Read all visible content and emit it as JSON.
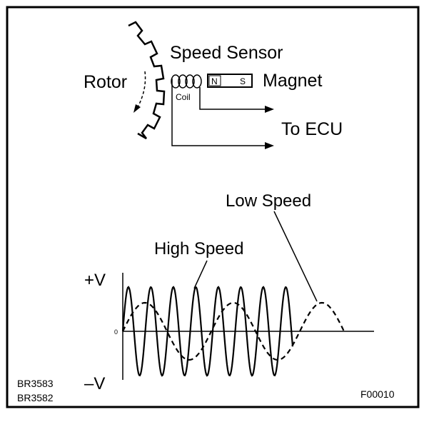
{
  "diagram": {
    "labels": {
      "rotor": "Rotor",
      "speed_sensor": "Speed Sensor",
      "magnet": "Magnet",
      "magnet_n": "N",
      "magnet_s": "S",
      "coil": "Coil",
      "to_ecu": "To ECU",
      "low_speed": "Low Speed",
      "high_speed": "High Speed",
      "plus_v": "+V",
      "minus_v": "–V",
      "zero": "0"
    },
    "codes": {
      "code_1": "BR3583",
      "code_2": "BR3582",
      "figure_id": "F00010"
    },
    "line_color": "#000000",
    "background_color": "#ffffff"
  }
}
